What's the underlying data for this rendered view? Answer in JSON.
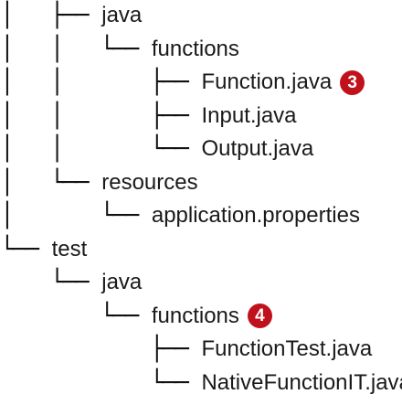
{
  "callout_style": {
    "bg": "#c0121c",
    "fg": "#ffffff"
  },
  "rows": [
    {
      "prefix": "│   ├── ",
      "name": "java"
    },
    {
      "prefix": "│   │   └── ",
      "name": "functions"
    },
    {
      "prefix": "│   │       ├── ",
      "name": "Function.java",
      "callout": "3"
    },
    {
      "prefix": "│   │       ├── ",
      "name": "Input.java"
    },
    {
      "prefix": "│   │       └── ",
      "name": "Output.java"
    },
    {
      "prefix": "│   └── ",
      "name": "resources"
    },
    {
      "prefix": "│       └── ",
      "name": "application.properties"
    },
    {
      "prefix": "└── ",
      "name": "test"
    },
    {
      "prefix": "    └── ",
      "name": "java"
    },
    {
      "prefix": "        └── ",
      "name": "functions",
      "callout": "4"
    },
    {
      "prefix": "            ├── ",
      "name": "FunctionTest.java"
    },
    {
      "prefix": "            └── ",
      "name": "NativeFunctionIT.java"
    }
  ]
}
